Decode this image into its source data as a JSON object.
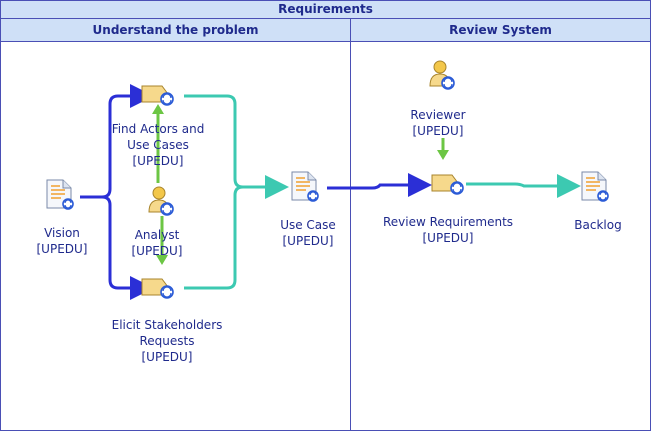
{
  "title": "Requirements",
  "lanes": [
    {
      "id": "lane-1",
      "label": "Understand the problem"
    },
    {
      "id": "lane-2",
      "label": "Review System"
    }
  ],
  "nodes": {
    "vision": {
      "line1": "Vision",
      "line2": "[UPEDU]"
    },
    "find_actors": {
      "line1": "Find Actors and",
      "line2": "Use Cases",
      "line3": "[UPEDU]"
    },
    "analyst": {
      "line1": "Analyst",
      "line2": "[UPEDU]"
    },
    "elicit": {
      "line1": "Elicit Stakeholders",
      "line2": "Requests",
      "line3": "[UPEDU]"
    },
    "use_case": {
      "line1": "Use Case",
      "line2": "[UPEDU]"
    },
    "reviewer": {
      "line1": "Reviewer",
      "line2": "[UPEDU]"
    },
    "review_req": {
      "line1": "Review Requirements",
      "line2": "[UPEDU]"
    },
    "backlog": {
      "line1": "Backlog"
    }
  },
  "colors": {
    "border": "#4a4fb5",
    "header_bg": "#cfe0f7",
    "text": "#1f2a8c",
    "input_flow": "#2b2fd6",
    "output_flow": "#3cc9b1",
    "performer_link": "#6cc644"
  },
  "icons": {
    "artifact": "document-icon",
    "task": "task-icon",
    "role": "role-icon"
  }
}
